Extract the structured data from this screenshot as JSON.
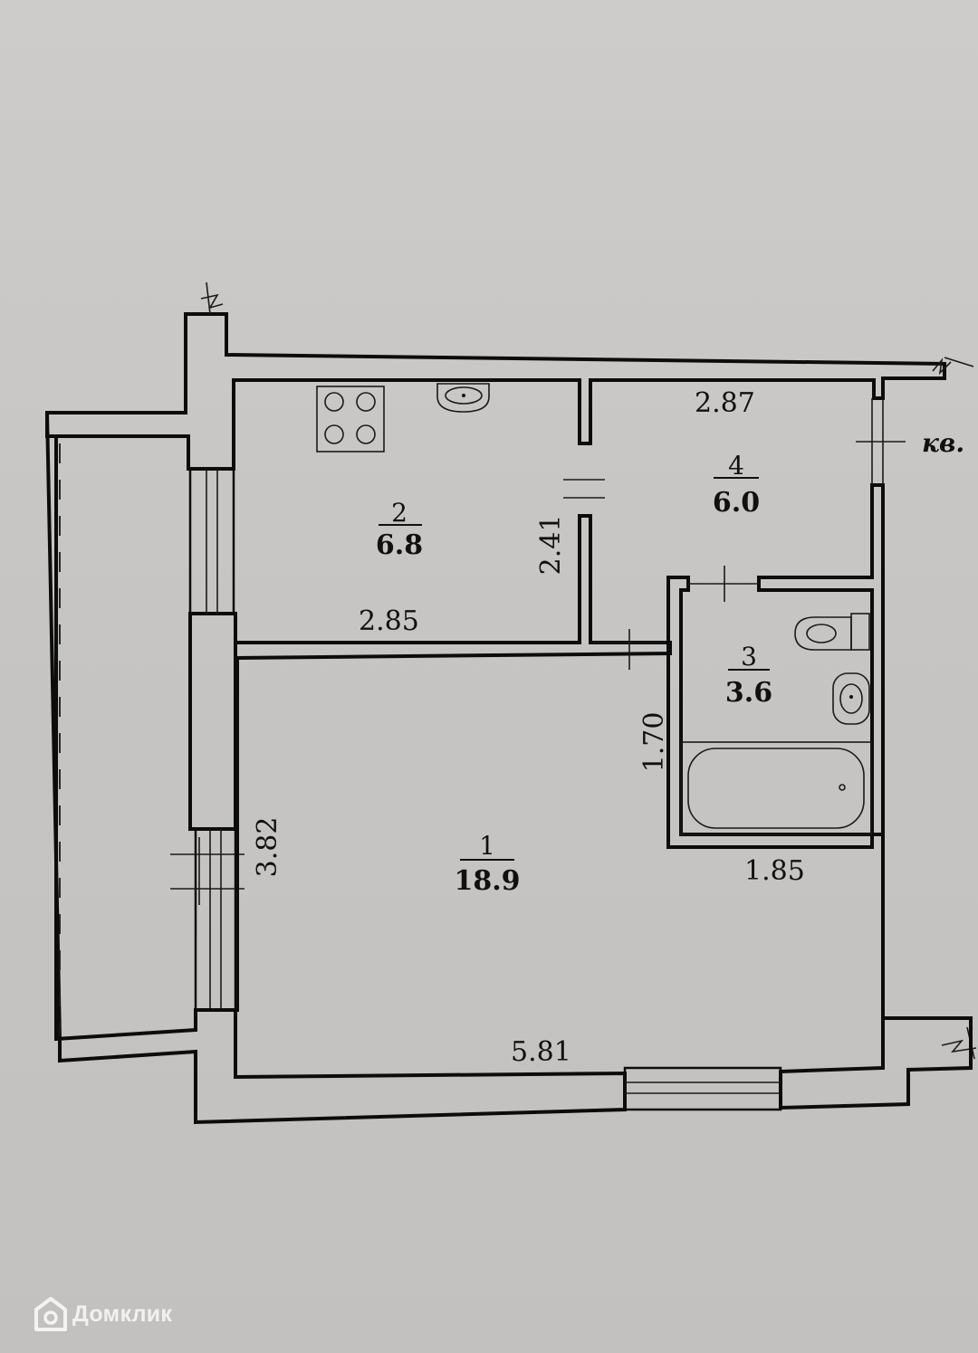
{
  "dimensions": {
    "kitchen_width": "2.85",
    "kitchen_depth": "2.41",
    "hall_width": "2.87",
    "bath_depth": "1.70",
    "bath_width": "1.85",
    "living_depth": "3.82",
    "living_width": "5.81"
  },
  "rooms": [
    {
      "number": "1",
      "area": "18.9"
    },
    {
      "number": "2",
      "area": "6.8"
    },
    {
      "number": "3",
      "area": "3.6"
    },
    {
      "number": "4",
      "area": "6.0"
    }
  ],
  "apartment_marker": "кв.",
  "watermark": {
    "text": "Домклик",
    "icon": "house-logo-icon",
    "color": "#ffffff"
  },
  "colors": {
    "paper": "#c9c7c4",
    "ink": "#0c0c0c"
  }
}
